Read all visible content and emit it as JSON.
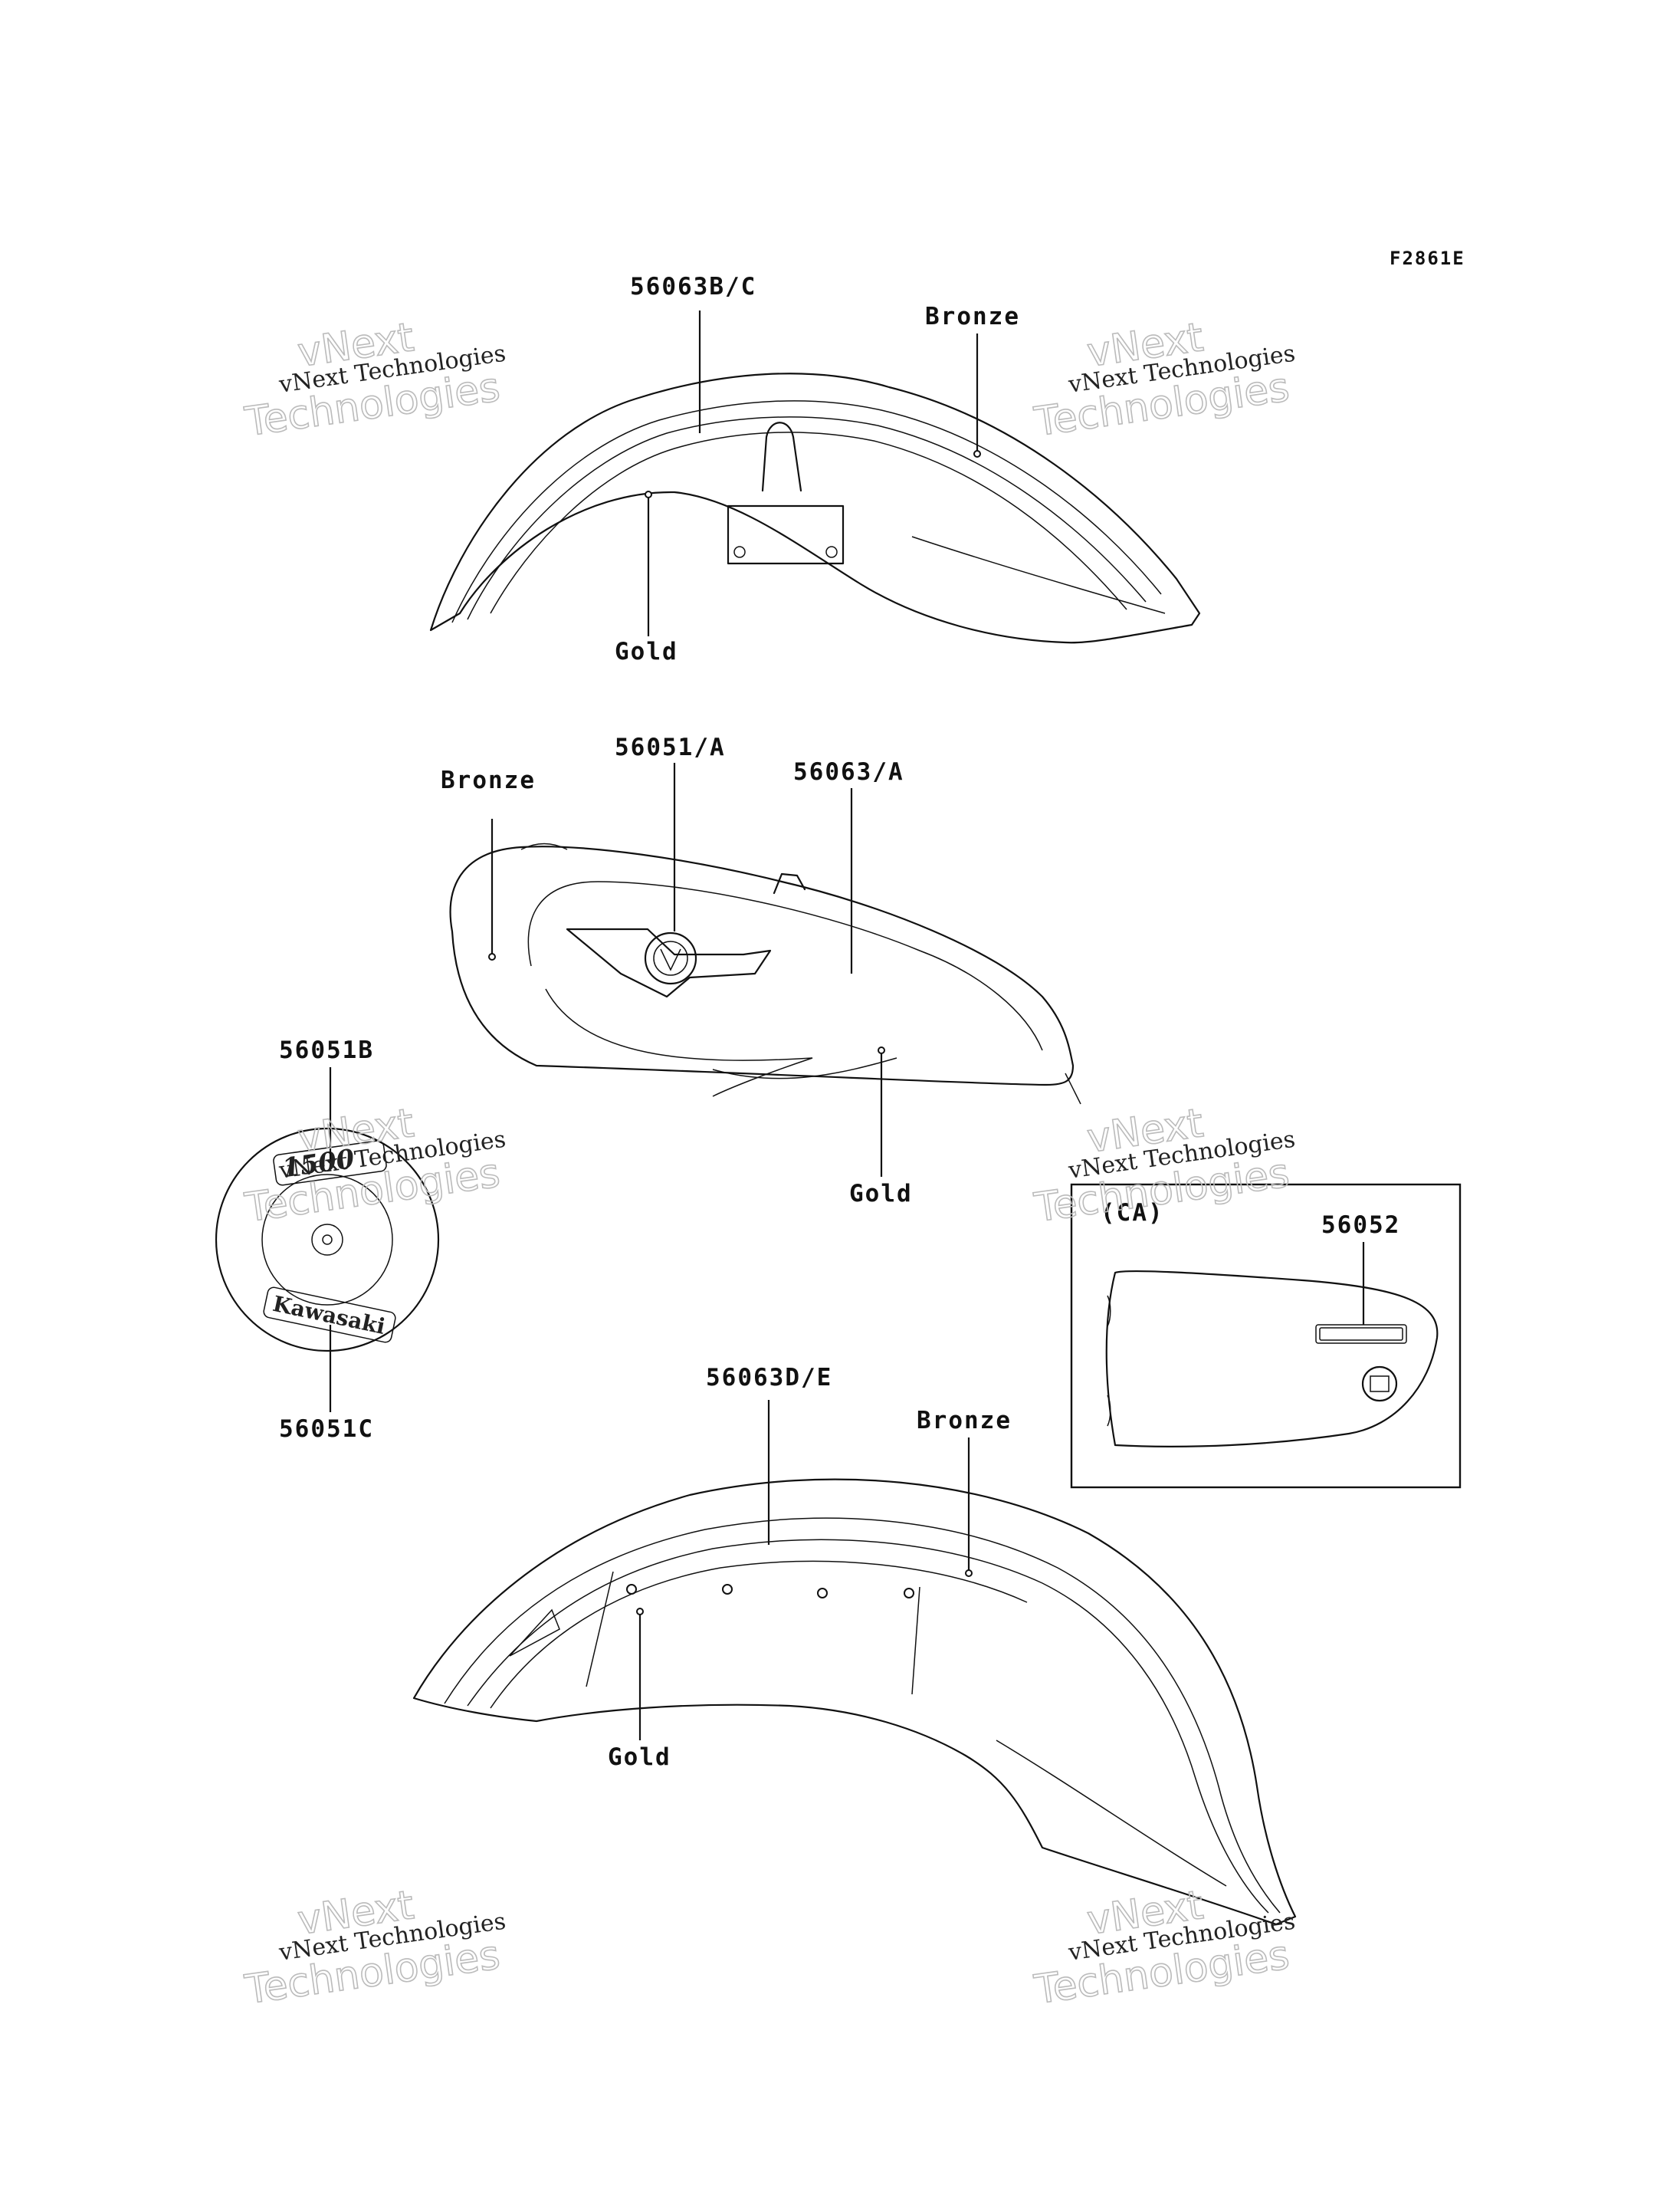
{
  "figure_id": "F2861E",
  "labels": {
    "rear_fender_decal": "56063B/C",
    "rear_bronze": "Bronze",
    "rear_gold": "Gold",
    "tank_emblem": "56051/A",
    "tank_stripe": "56063/A",
    "tank_bronze": "Bronze",
    "tank_gold": "Gold",
    "cover_top": "56051B",
    "cover_bottom": "56051C",
    "front_fender_decal": "56063D/E",
    "front_bronze": "Bronze",
    "front_gold": "Gold",
    "ca_box": "(CA)",
    "ca_part": "56052"
  },
  "emblem_text": {
    "cover_top": "1500",
    "cover_bottom": "Kawasaki"
  },
  "watermark": {
    "line1": "vNext Technologies",
    "line2a": "vNext",
    "line2b": "Technologies"
  }
}
